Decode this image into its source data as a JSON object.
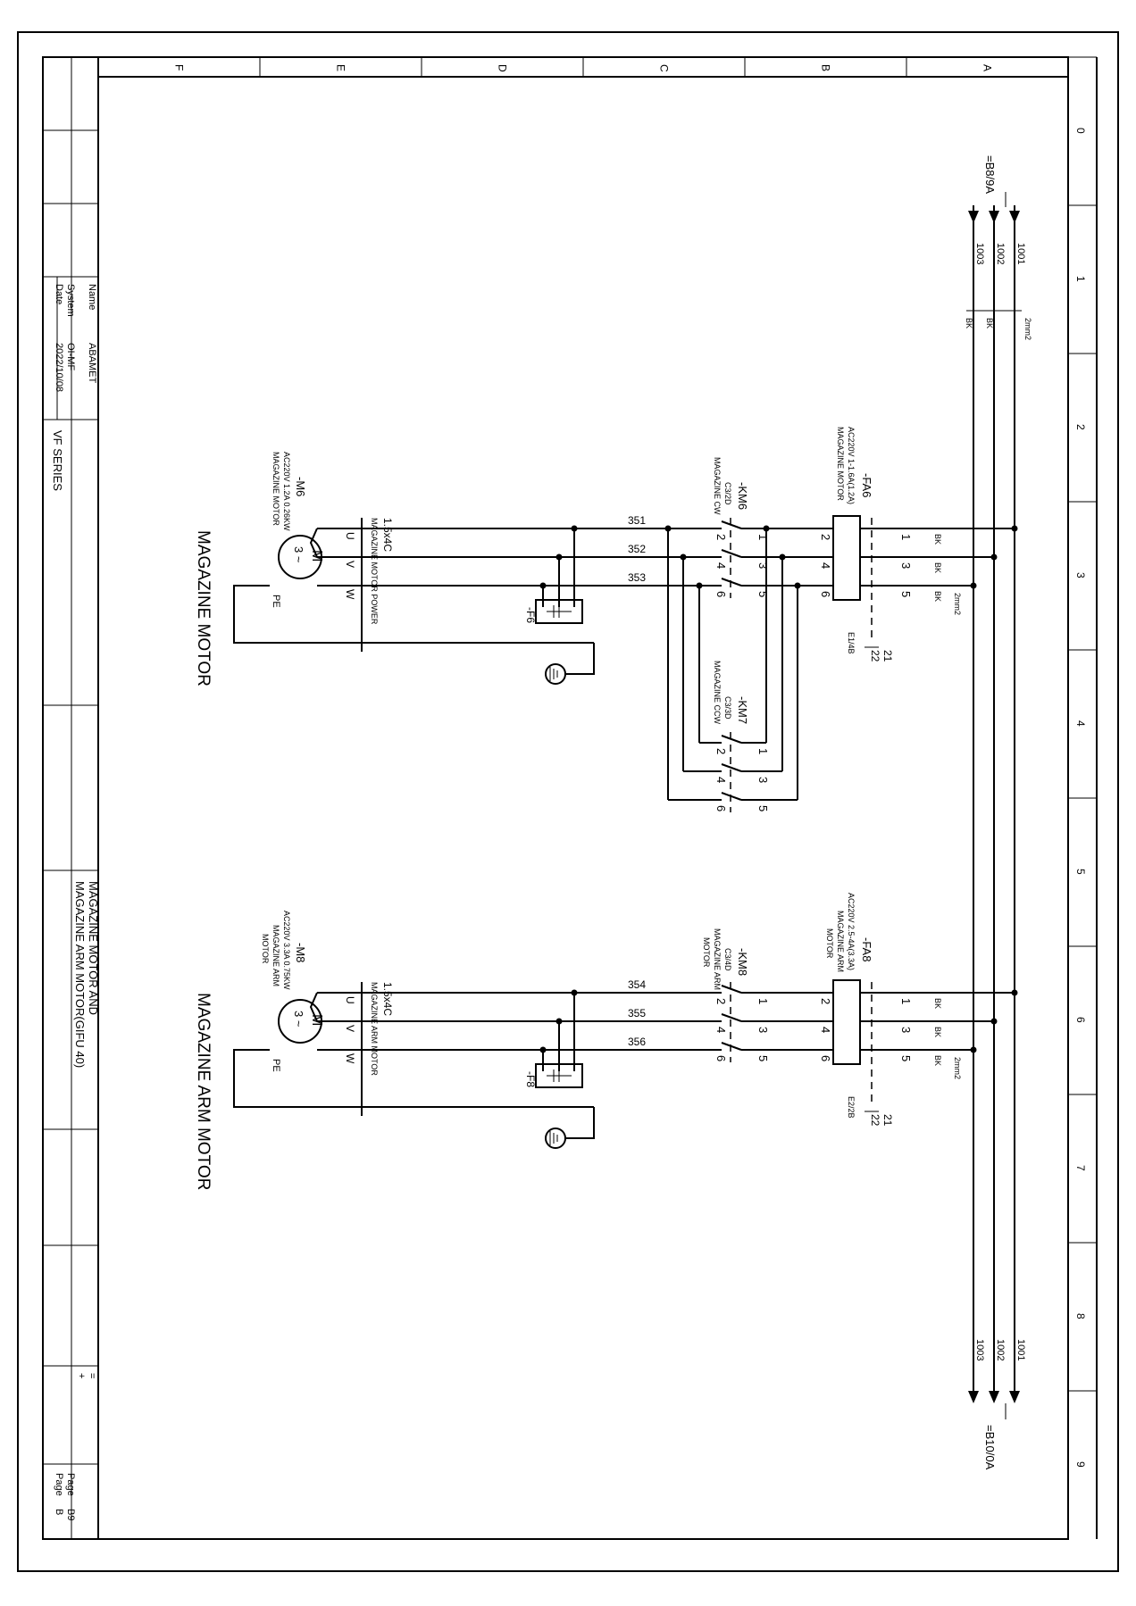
{
  "columns": [
    "F",
    "E",
    "D",
    "C",
    "B",
    "A"
  ],
  "rows": [
    "0",
    "1",
    "2",
    "3",
    "4",
    "5",
    "6",
    "7",
    "8",
    "9"
  ],
  "title_block": {
    "name_label": "Name",
    "name_value": "ABAMET",
    "system_label": "System",
    "system_value": "OI-MF",
    "date_label": "Date",
    "date_value": "2022/10/08",
    "series": "VF SERIES",
    "drawing_title_1": "MAGAZINE MOTOR AND",
    "drawing_title_2": "MAGAZINE ARM MOTOR(GIFU 40)",
    "page_label_1": "Page",
    "page_value_1": "B9",
    "page_label_2": "Page",
    "page_value_2": "B",
    "eq_mark": "=",
    "plus_mark": "+"
  },
  "bus": {
    "from_ref": "=B8/9A",
    "to_ref": "=B10/0A",
    "wires": [
      "1001",
      "1002",
      "1003"
    ],
    "colors": [
      "BK",
      "BK",
      "BK"
    ],
    "size": "2mm2"
  },
  "circuit_top": {
    "section_title": "MAGAZINE MOTOR",
    "breaker": {
      "tag": "-FA6",
      "rating": "AC220V 1-1.6A(1.2A)",
      "desc": "MAGAZINE MOTOR",
      "aux": "E1/4B"
    },
    "contactor_1": {
      "tag": "-KM6",
      "ref": "C3/2D",
      "desc": "MAGAZINE CW"
    },
    "contactor_2": {
      "tag": "-KM7",
      "ref": "C3/3D",
      "desc": "MAGAZINE CCW"
    },
    "wires": [
      "351",
      "352",
      "353"
    ],
    "motor": {
      "tag": "-M6",
      "rating": "AC220V 1.2A 0.26KW",
      "desc": "MAGAZINE MOTOR",
      "symbol": "M",
      "phase": "3 ~"
    },
    "cable": {
      "size": "1.5x4C",
      "desc": "MAGAZINE MOTOR POWER"
    },
    "surge": "-F6"
  },
  "circuit_bottom": {
    "section_title": "MAGAZINE ARM MOTOR",
    "breaker": {
      "tag": "-FA8",
      "rating": "AC220V 2.5-4A(3.3A)",
      "desc_1": "MAGAZINE ARM",
      "desc_2": "MOTOR",
      "aux": "E2/2B"
    },
    "contactor": {
      "tag": "-KM8",
      "ref": "C3/4D",
      "desc_1": "MAGAZINE ARM",
      "desc_2": "MOTOR"
    },
    "wires": [
      "354",
      "355",
      "356"
    ],
    "motor": {
      "tag": "-M8",
      "rating": "AC220V 3.3A 0.75KW",
      "desc_1": "MAGAZINE ARM",
      "desc_2": "MOTOR",
      "symbol": "M",
      "phase": "3 ~"
    },
    "cable": {
      "size": "1.5x4C",
      "desc": "MAGAZINE ARM MOTOR"
    },
    "surge": "-F8"
  },
  "terminals": {
    "line_side": [
      "1",
      "3",
      "5"
    ],
    "load_side": [
      "2",
      "4",
      "6"
    ],
    "aux": [
      "21",
      "22"
    ],
    "motor_pins": [
      "U",
      "V",
      "W",
      "PE"
    ]
  }
}
